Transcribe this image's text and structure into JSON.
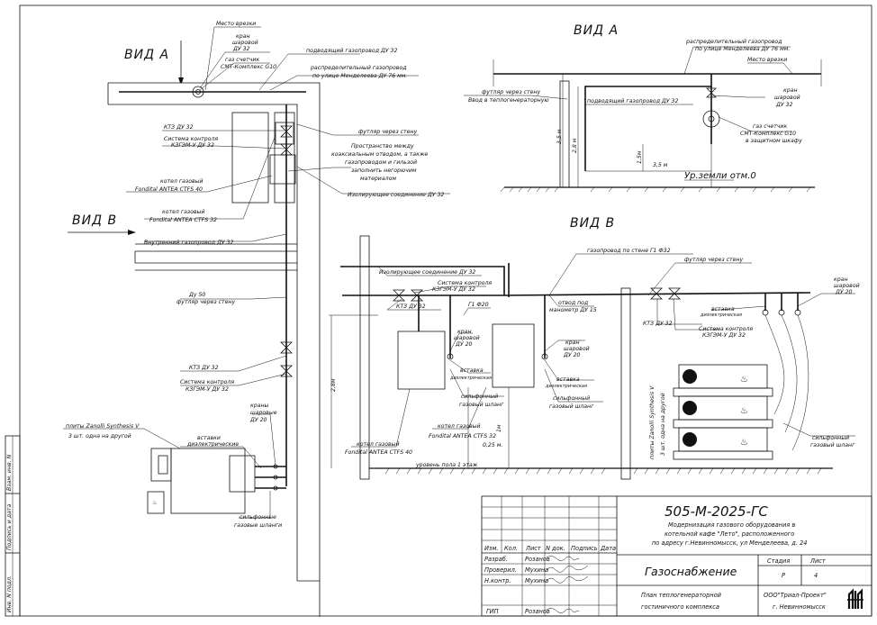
{
  "views": {
    "view_a_left": "ВИД А",
    "view_b_left": "ВИД В",
    "view_a_right": "ВИД А",
    "view_b_right": "ВИД В"
  },
  "left_labels": {
    "mesto_vrezki": "Место врезки",
    "kran_1": "кран",
    "kran_2": "шаровой",
    "kran_3": "ДУ 32",
    "gaz_sch_1": "газ счетчик",
    "gaz_sch_2": "СМТ-Комплекс G10",
    "podv_gaz": "подводящий газопровод ДУ 32",
    "raspr_1": "распределительный газопровод",
    "raspr_2": "по улице Менделеева ДУ 76 мм.",
    "ktz_top": "КТЗ ДУ 32",
    "sist_1": "Система контроля",
    "sist_2": "КЗГЭМ-У ДУ 32",
    "futlyar": "футляр через стену",
    "prostr_1": "Пространство между",
    "prostr_2": "коаксиальным отводом, а также",
    "prostr_3": "газопроводом и гильзой",
    "prostr_4": "заполнить негорючим",
    "prostr_5": "материалом",
    "kotel1_1": "котел газовый",
    "kotel1_2": "Fondital ANTEA CTFS 40",
    "izol": "Изолирующее соединение ДУ 32",
    "kotel2_1": "котел газовый",
    "kotel2_2": "Fondital ANTEA CTFS 32",
    "vnutr": "Внутренний газопровод ДУ 32",
    "du50": "Ду 50",
    "futlyar2": "футляр через стену",
    "ktz_mid": "КТЗ ДУ 32",
    "sist2_1": "Система контроля",
    "sist2_2": "КЗГЭМ-У ДУ 32",
    "plity_1": "плиты Zanolli Synthesis V",
    "plity_2": "3 шт. одна на другой",
    "vstavki_1": "вставки",
    "vstavki_2": "диэлектрические",
    "krany_1": "краны",
    "krany_2": "шаровые",
    "krany_3": "ДУ 20",
    "silf_1": "сильфонные",
    "silf_2": "газовые шланги"
  },
  "view_a_labels": {
    "raspr_1": "распределительный газопровод",
    "raspr_2": "по улице Менделеева ДУ 76 мм.",
    "mesto": "Место врезки",
    "futl": "футляр через стену",
    "vvod": "Ввод в теплогенераторную",
    "podv": "подводящий газопровод ДУ 32",
    "kran_1": "кран",
    "kran_2": "шаровой",
    "kran_3": "ДУ 32",
    "sch_1": "газ счетчик",
    "sch_2": "СМТ-Комплекс G10",
    "sch_3": "в защитном шкафу",
    "dim_35a": "3,5 м",
    "dim_28": "2,8 м",
    "dim_15": "1,5м",
    "dim_35b": "3,5 м",
    "ground": "Ур.земли отм.0"
  },
  "view_b_labels": {
    "gaz_stena": "газопровод по стене Г1 Ф32",
    "futl": "футляр через стену",
    "izol": "Изолирующее соединение ДУ 32",
    "sist_1": "Система контроля",
    "sist_2": "КЗГЭМ-У ДУ 32",
    "ktz1": "КТЗ ДУ 32",
    "g1": "Г1 Ф20",
    "otvod_1": "отвод под",
    "otvod_2": "манометр ДУ 15",
    "kran_l1": "кран",
    "kran_l2": "шаровой",
    "kran_l3": "ДУ 20",
    "vst_l1": "вставка",
    "vst_l2": "диэлектрическая",
    "silf_l1": "сильфонный",
    "silf_l2": "газовый шланг",
    "kran_r1": "кран",
    "kran_r2": "шаровой",
    "kran_r3": "ДУ 20",
    "vst_r1": "вставка",
    "vst_r2": "диэлектрическая",
    "silf_r1": "сильфонный",
    "silf_r2": "газовый шланг",
    "kotel32_1": "котел газовый",
    "kotel32_2": "Fondital ANTEA CTFS 32",
    "kotel40_1": "котел газовый",
    "kotel40_2": "Fondital ANTEA CTFS 40",
    "dim_025": "0,25 м.",
    "dim_28": "2,8м",
    "dim_1m": "1м",
    "floor": "уровень пола 1 этаж",
    "ktz2": "КТЗ ДУ 32",
    "vst_far1": "вставка",
    "vst_far2": "диэлектрическая",
    "sist2_1": "Система контроля",
    "sist2_2": "КЗГЭМ-У ДУ 32",
    "kran_far1": "кран",
    "kran_far2": "шаровой",
    "kran_far3": "ДУ 20",
    "plity_1": "плиты Zanolli Synthesis V",
    "plity_2": "3 шт. одна на другой",
    "silf_far1": "сильфонный",
    "silf_far2": "газовый шланг"
  },
  "side_stamp": {
    "inv_zam": "Взам. инв. N",
    "podpis": "Подпись и дата",
    "inv_podl": "Инв. N подл."
  },
  "title_block": {
    "code": "505-М-2025-ГС",
    "desc_1": "Модернизация газового оборудования в",
    "desc_2": "котельной кафе \"Лето\", расположенного",
    "desc_3": "по адресу г.Невинномысск, ул Менделеева, д. 24",
    "cols": [
      "Изм.",
      "Кол.",
      "Лист",
      "N док.",
      "Подпись",
      "Дата"
    ],
    "rows": [
      {
        "role": "Разраб.",
        "name": "Розанов"
      },
      {
        "role": "Проверил.",
        "name": "Мухина"
      },
      {
        "role": "Н.контр.",
        "name": "Мухина"
      }
    ],
    "gip_role": "ГИП",
    "gip_name": "Розанов",
    "section": "Газоснабжение",
    "stadia_h": "Стадия",
    "list_h": "Лист",
    "stadia_v": "Р",
    "list_v": "4",
    "plan_1": "План теплогенераторной",
    "plan_2": "гостиничного комплекса",
    "org_1": "ООО\"Триал-Проект\"",
    "org_2": "г. Невинномысск"
  }
}
